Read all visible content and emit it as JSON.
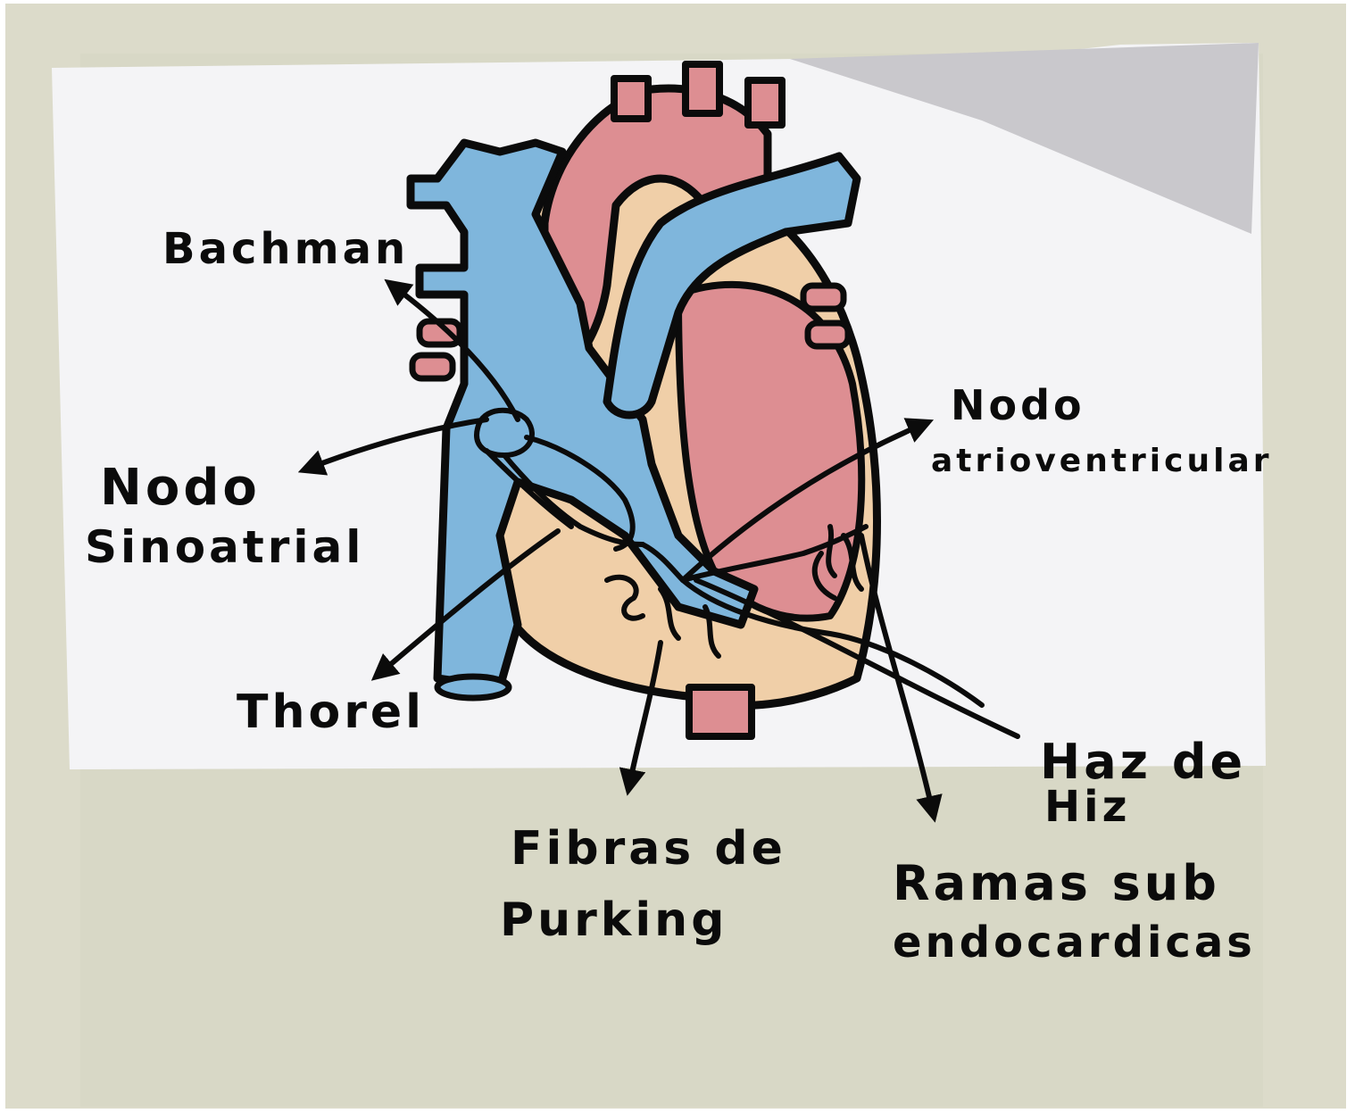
{
  "labels": {
    "bachman": "Bachman",
    "nodo_sinoatrial_1": "Nodo",
    "nodo_sinoatrial_2": "Sinoatrial",
    "thorel": "Thorel",
    "nodo_av_1": "Nodo",
    "nodo_av_2": "atrioventricular",
    "haz_de_his_1": "Haz de",
    "haz_de_his_2": "Hiz",
    "fibras_1": "Fibras de",
    "fibras_2": "Purking",
    "ramas_1": "Ramas sub",
    "ramas_2": "endocardicas"
  },
  "colors": {
    "backing_sheet": "#dcdbca",
    "paper": "#f4f4f6",
    "vein_blue": "#7fb6dc",
    "artery_red": "#dd8e92",
    "muscle_tan": "#f0cfa8",
    "ink": "#0b0b0b"
  }
}
